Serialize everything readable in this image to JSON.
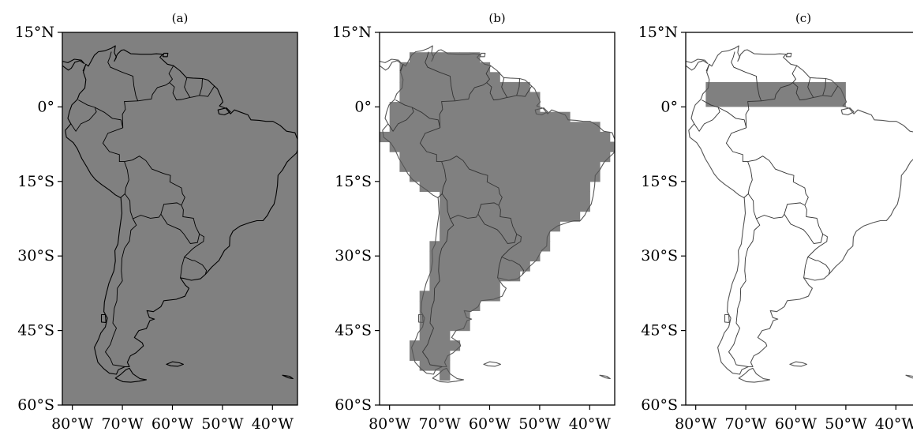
{
  "figure": {
    "panels": [
      {
        "label": "(a)",
        "region": "all"
      },
      {
        "label": "(b)",
        "region": "land"
      },
      {
        "label": "(c)",
        "region": "band"
      }
    ],
    "lon_range": [
      -82,
      -35
    ],
    "lat_range": [
      -60,
      15
    ],
    "band_lat_range": [
      0,
      5
    ],
    "band_lon_range": [
      -78,
      -50
    ],
    "y_ticks": [
      {
        "value": 15,
        "label": "15°N"
      },
      {
        "value": 0,
        "label": "0°"
      },
      {
        "value": -15,
        "label": "15°S"
      },
      {
        "value": -30,
        "label": "30°S"
      },
      {
        "value": -45,
        "label": "45°S"
      },
      {
        "value": -60,
        "label": "60°S"
      }
    ],
    "x_ticks": [
      {
        "value": -80,
        "label": "80°W"
      },
      {
        "value": -70,
        "label": "70°W"
      },
      {
        "value": -60,
        "label": "60°W"
      },
      {
        "value": -50,
        "label": "50°W"
      },
      {
        "value": -40,
        "label": "40°W"
      }
    ],
    "colors": {
      "fill": "#808080",
      "coast_on_fill": "#000000",
      "coast_on_white": "#555555",
      "frame": "#000000"
    }
  }
}
